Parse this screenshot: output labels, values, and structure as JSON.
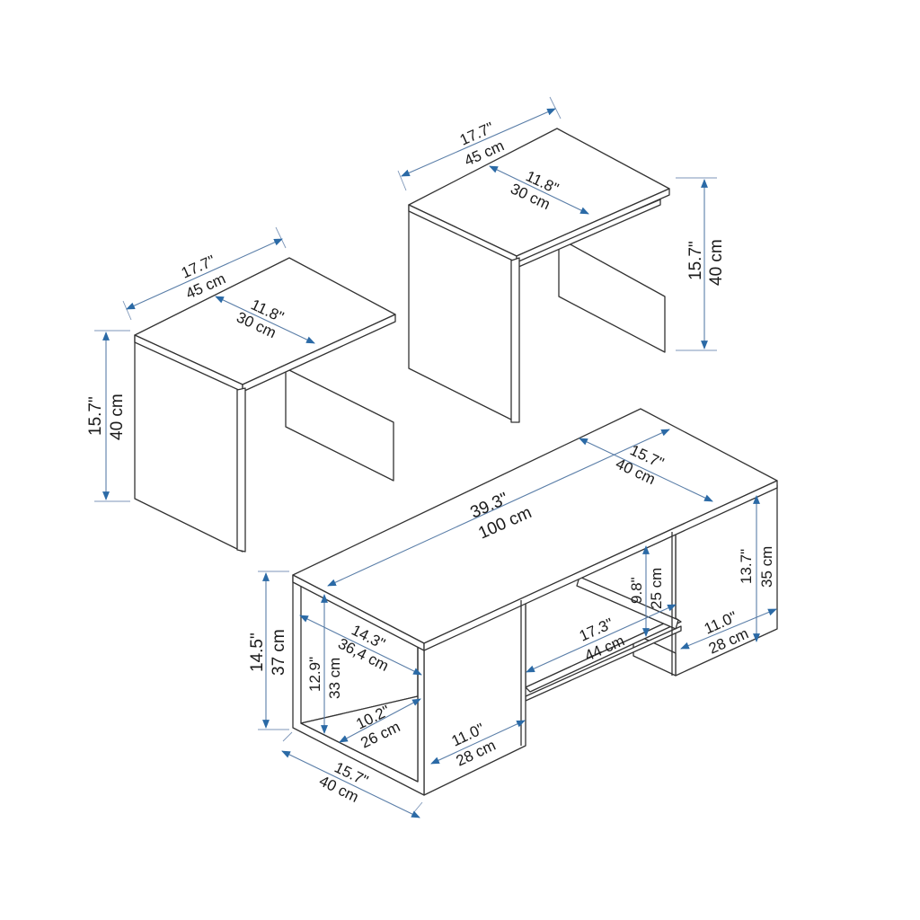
{
  "accent_color": "#2b6aa6",
  "line_color": "#333333",
  "side_table_left": {
    "width_in": "17.7\"",
    "width_cm": "45 cm",
    "depth_in": "11.8\"",
    "depth_cm": "30 cm",
    "height_in": "15.7\"",
    "height_cm": "40 cm"
  },
  "side_table_right": {
    "width_in": "17.7\"",
    "width_cm": "45 cm",
    "depth_in": "11.8\"",
    "depth_cm": "30 cm",
    "height_in": "15.7\"",
    "height_cm": "40 cm"
  },
  "coffee_table": {
    "length_in": "39.3\"",
    "length_cm": "100 cm",
    "depth_in": "15.7\"",
    "depth_cm": "40 cm",
    "height_in": "14.5\"",
    "height_cm": "37 cm",
    "left_inner_height_in": "12.9\"",
    "left_inner_height_cm": "33 cm",
    "left_inner_diag_in": "14.3\"",
    "left_inner_diag_cm": "36,4 cm",
    "left_inner_depth_in": "10.2\"",
    "left_inner_depth_cm": "26 cm",
    "left_base_depth_in": "15.7\"",
    "left_base_depth_cm": "40 cm",
    "left_side_width_in": "11.0\"",
    "left_side_width_cm": "28 cm",
    "middle_shelf_in": "17.3\"",
    "middle_shelf_cm": "44 cm",
    "middle_gap_in": "9.8\"",
    "middle_gap_cm": "25 cm",
    "right_height_in": "13.7\"",
    "right_height_cm": "35 cm",
    "right_width_in": "11.0\"",
    "right_width_cm": "28 cm"
  }
}
